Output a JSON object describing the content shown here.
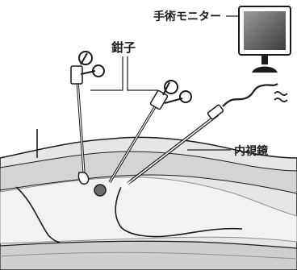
{
  "labels": {
    "monitor": "手術モニター",
    "forceps": "鉗子",
    "endoscope": "内視鏡"
  },
  "colors": {
    "line": "#1a1a1a",
    "body_light": "#e2e2e2",
    "body_mid": "#c4c4c4",
    "body_dark": "#8f8f8f",
    "monitor_screen": "#6a6a6a"
  }
}
